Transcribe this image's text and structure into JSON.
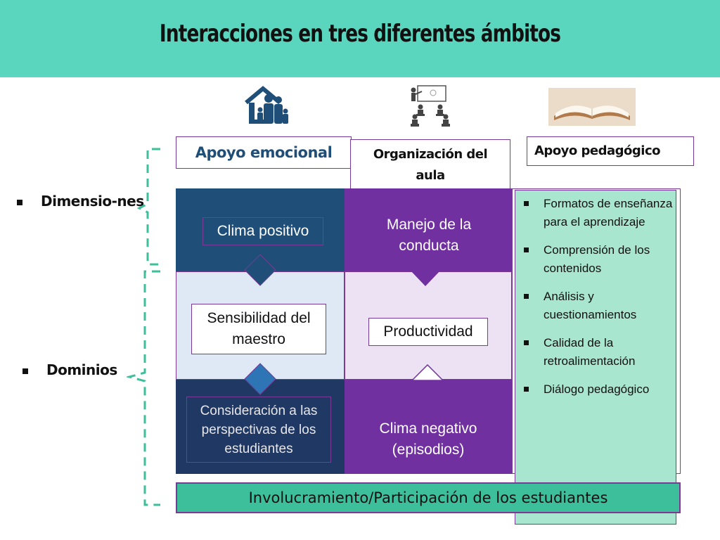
{
  "header": {
    "title": "Interacciones en tres diferentes ámbitos"
  },
  "icons": {
    "family": "family-house-icon",
    "classroom": "classroom-teacher-icon",
    "book": "open-book-icon"
  },
  "columns": [
    {
      "label": "Apoyo emocional"
    },
    {
      "label": "Organización del aula"
    },
    {
      "label": "Apoyo pedagógico"
    }
  ],
  "left_labels": {
    "dimensiones": "Dimensio-nes",
    "dominios": "Dominios"
  },
  "emotional": {
    "top": "Clima positivo",
    "middle": "Sensibilidad del maestro",
    "bottom": "Consideración a las perspectivas de los estudiantes"
  },
  "organization": {
    "top": "Manejo de la conducta",
    "middle": "Productividad",
    "bottom": "Clima negativo (episodios)"
  },
  "pedagogical": {
    "items": [
      "Formatos de enseñanza para el aprendizaje",
      "Comprensión de los contenidos",
      "Análisis y cuestionamientos",
      "Calidad de la retroalimentación",
      "Diálogo pedagógico"
    ]
  },
  "footer_bar": {
    "label": "Involucramiento/Participación de los estudiantes"
  },
  "colors": {
    "header": "#5ad6bf",
    "navy": "#1f4e79",
    "light_blue": "#dfe9f6",
    "purple": "#7030a0",
    "light_purple": "#ece2f3",
    "mint": "#a8e6cf",
    "teal_bar": "#3cbf9a",
    "bracket": "#3cbf9a"
  }
}
